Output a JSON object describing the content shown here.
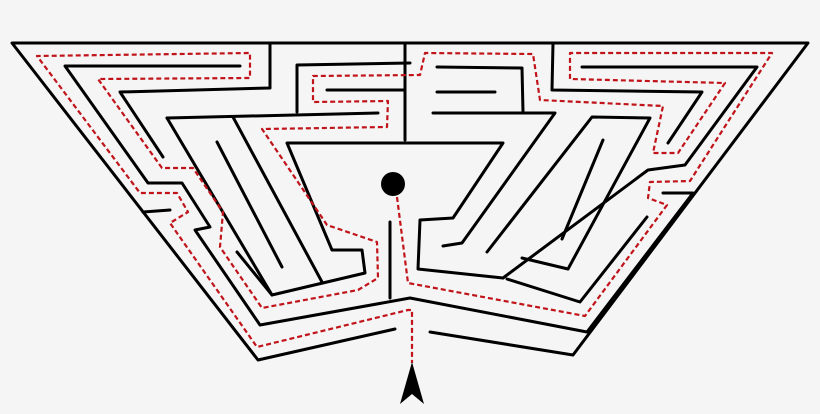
{
  "diagram": {
    "type": "maze-solution",
    "colors": {
      "background": "#f5f5f5",
      "walls": "#000000",
      "solution_path": "#c0141a",
      "goal_marker": "#000000",
      "entrance_arrow": "#000000"
    },
    "icons": {
      "goal": "filled-circle",
      "entrance": "arrowhead-up"
    }
  }
}
